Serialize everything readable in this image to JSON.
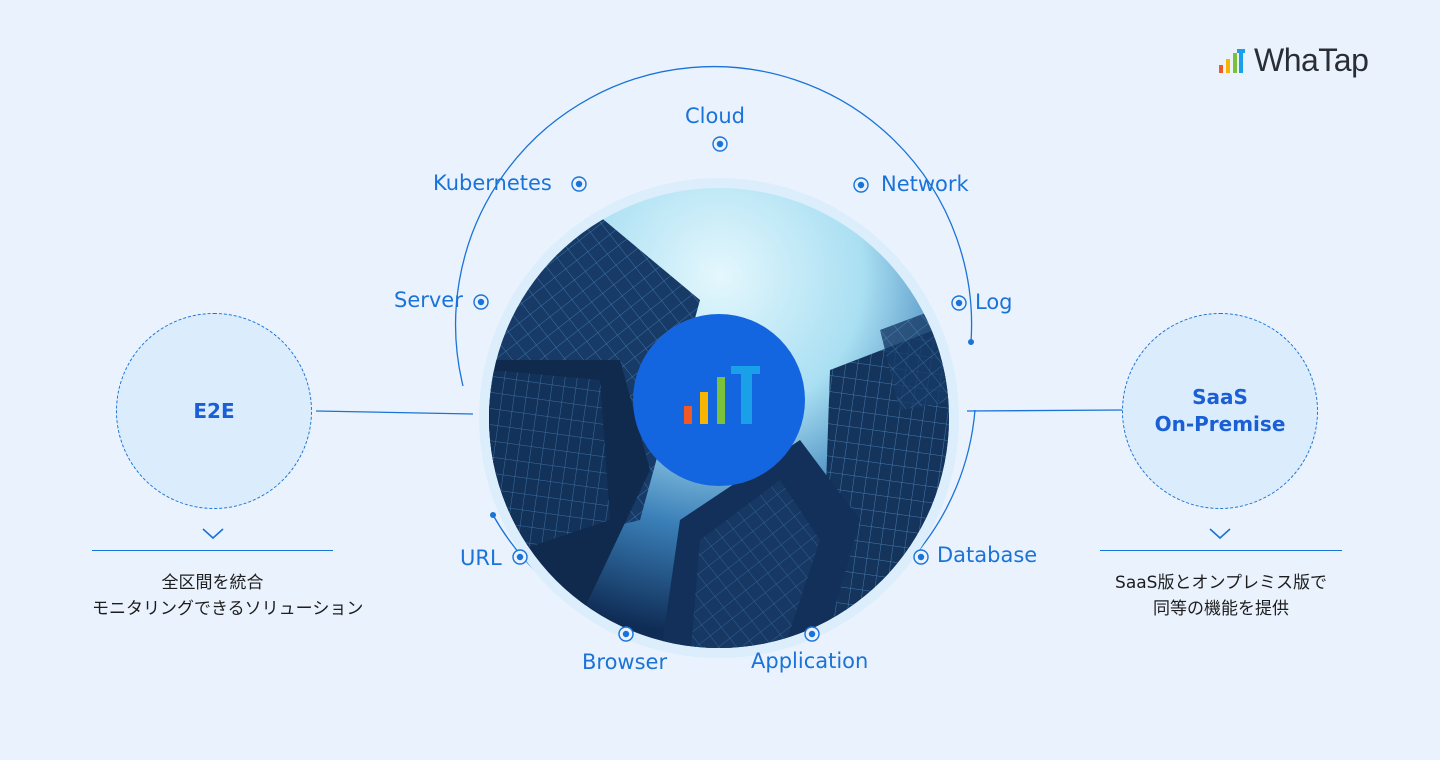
{
  "brand": {
    "name": "WhaTap",
    "bar_colors": [
      "#f15a24",
      "#f7b500",
      "#7cc13a",
      "#1aa0e8"
    ]
  },
  "hub": {
    "accent": "#1a73d8",
    "center_color": "#1466e0",
    "nodes": [
      {
        "id": "cloud",
        "label": "Cloud"
      },
      {
        "id": "network",
        "label": "Network"
      },
      {
        "id": "log",
        "label": "Log"
      },
      {
        "id": "database",
        "label": "Database"
      },
      {
        "id": "application",
        "label": "Application"
      },
      {
        "id": "browser",
        "label": "Browser"
      },
      {
        "id": "url",
        "label": "URL"
      },
      {
        "id": "server",
        "label": "Server"
      },
      {
        "id": "kubernetes",
        "label": "Kubernetes"
      }
    ]
  },
  "left_panel": {
    "title": "E2E",
    "description": [
      "全区間を統合",
      "モニタリングできるソリューション"
    ]
  },
  "right_panel": {
    "title": [
      "SaaS",
      "On-Premise"
    ],
    "description": [
      "SaaS版とオンプレミス版で",
      "同等の機能を提供"
    ]
  }
}
